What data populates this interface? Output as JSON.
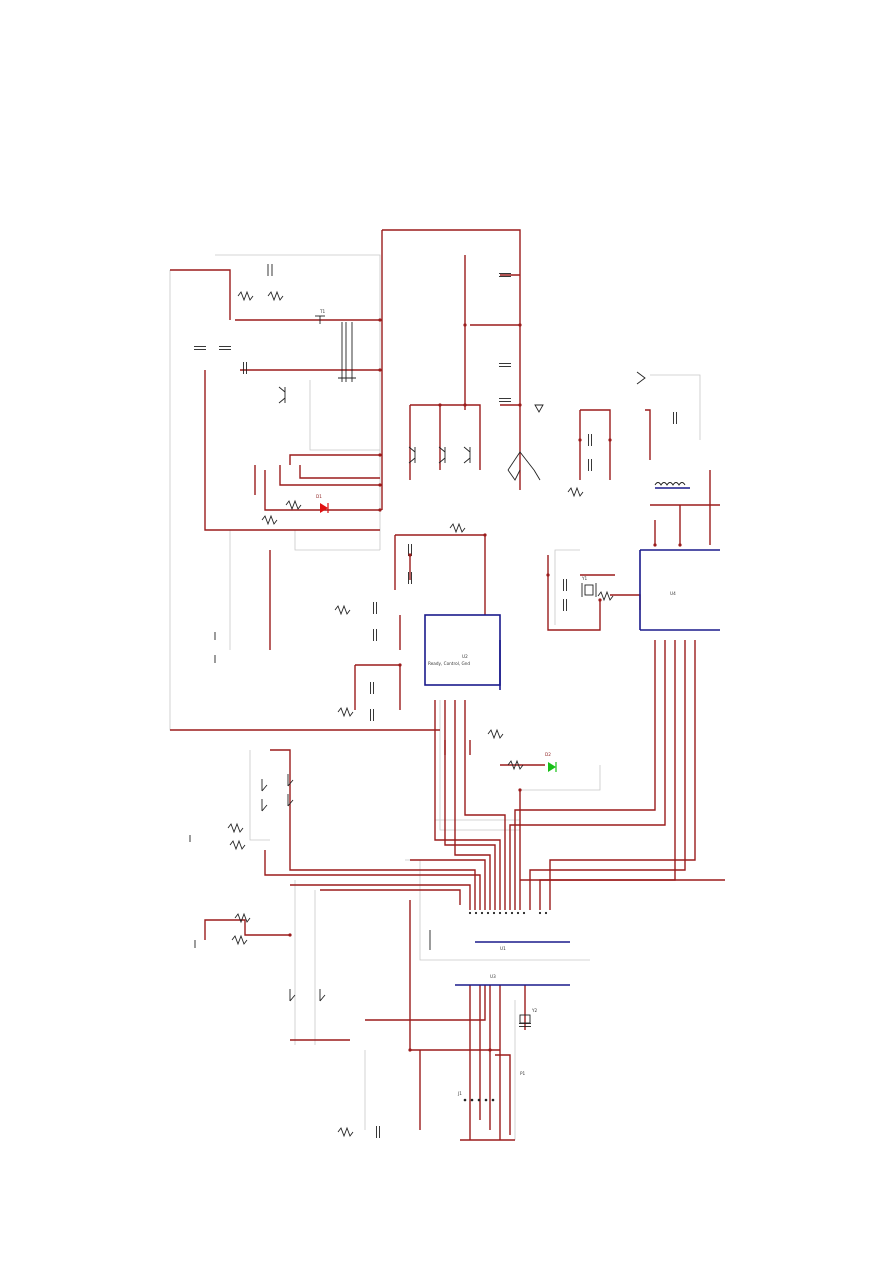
{
  "colors": {
    "wire": "#9b1c1c",
    "guide": "#c8c8c8",
    "ic_body": "#1a1a8c",
    "led_red": "#e01010",
    "led_green": "#18c018",
    "component": "#222222"
  },
  "labels": {
    "main_mcu_pins": "Ready, Control, Gnd",
    "ref_u1": "U1",
    "ref_u2": "U2",
    "ref_u3": "U3",
    "ref_u4": "U4",
    "ref_t1": "T1",
    "ref_d1": "D1",
    "ref_d2": "D2",
    "ref_y1": "Y1",
    "ref_y2": "Y2",
    "ref_j1": "J1",
    "ref_p1": "P1"
  }
}
